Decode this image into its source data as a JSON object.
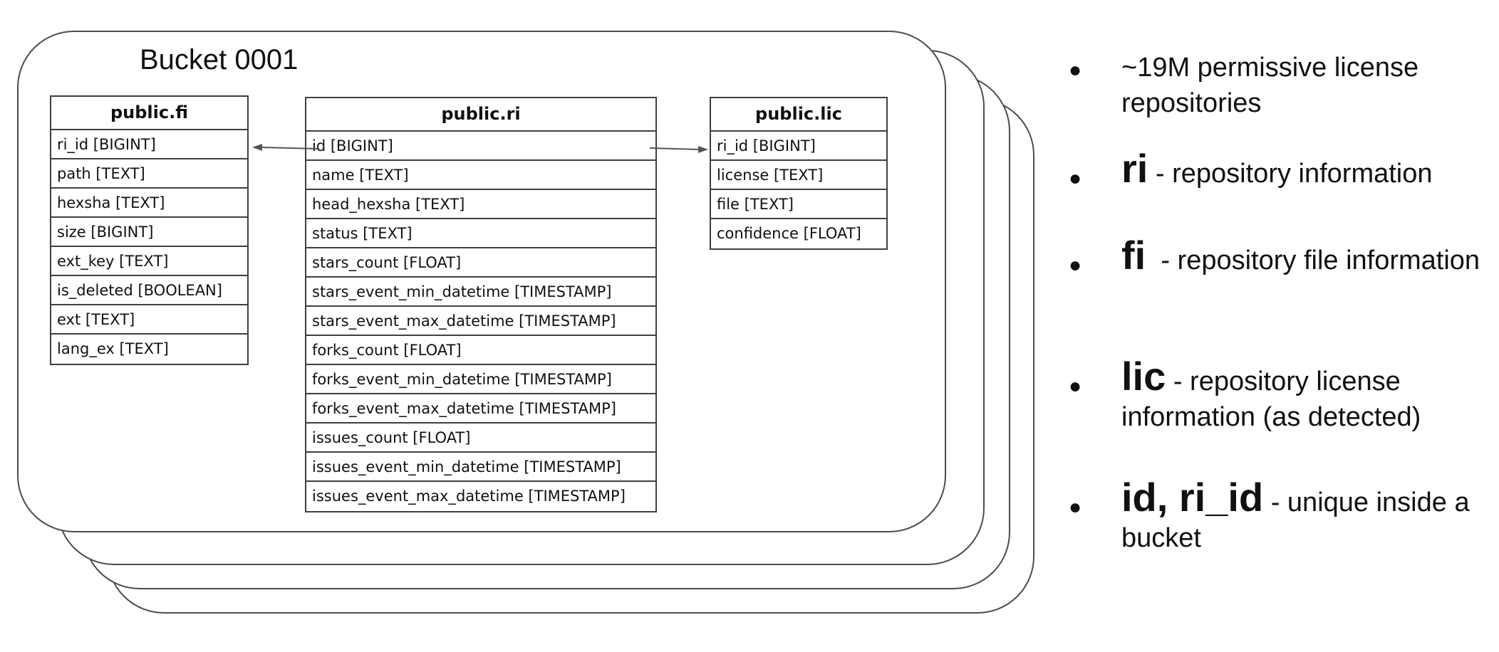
{
  "bucket": {
    "title": "Bucket 0001"
  },
  "tables": {
    "fi": {
      "name": "public.fi",
      "columns": [
        "ri_id [BIGINT]",
        "path [TEXT]",
        "hexsha [TEXT]",
        "size [BIGINT]",
        "ext_key [TEXT]",
        "is_deleted [BOOLEAN]",
        "ext [TEXT]",
        "lang_ex [TEXT]"
      ]
    },
    "ri": {
      "name": "public.ri",
      "columns": [
        "id [BIGINT]",
        "name [TEXT]",
        "head_hexsha [TEXT]",
        "status [TEXT]",
        "stars_count [FLOAT]",
        "stars_event_min_datetime [TIMESTAMP]",
        "stars_event_max_datetime [TIMESTAMP]",
        "forks_count [FLOAT]",
        "forks_event_min_datetime [TIMESTAMP]",
        "forks_event_max_datetime [TIMESTAMP]",
        "issues_count [FLOAT]",
        "issues_event_min_datetime [TIMESTAMP]",
        "issues_event_max_datetime [TIMESTAMP]"
      ]
    },
    "lic": {
      "name": "public.lic",
      "columns": [
        "ri_id [BIGINT]",
        "license [TEXT]",
        "file [TEXT]",
        "confidence [FLOAT]"
      ]
    }
  },
  "relations": [
    {
      "from": "public.ri.id",
      "to": "public.fi.ri_id"
    },
    {
      "from": "public.ri.id",
      "to": "public.lic.ri_id"
    }
  ],
  "notes": [
    {
      "term": "",
      "text": "~19M permissive license repositories"
    },
    {
      "term": "ri",
      "text": " - repository information"
    },
    {
      "term": "fi",
      "text": "  - repository file information"
    },
    {
      "term": "lic",
      "text": " - repository license information (as detected)"
    },
    {
      "term": "id, ri_id",
      "text": " - unique inside a bucket"
    }
  ],
  "colors": {
    "border": "#4d4d4d",
    "arrow": "#555555",
    "text": "#111111"
  }
}
